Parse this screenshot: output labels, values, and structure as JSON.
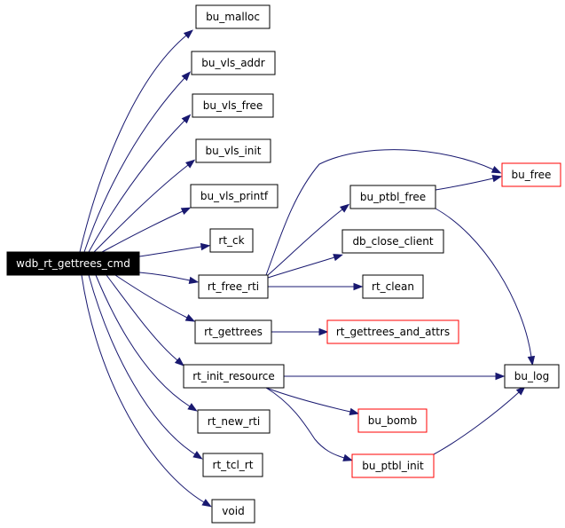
{
  "diagram": {
    "root": {
      "id": "wdb_rt_gettrees_cmd",
      "label": "wdb_rt_gettrees_cmd"
    },
    "nodes": [
      {
        "id": "bu_malloc",
        "label": "bu_malloc",
        "style": "normal"
      },
      {
        "id": "bu_vls_addr",
        "label": "bu_vls_addr",
        "style": "normal"
      },
      {
        "id": "bu_vls_free",
        "label": "bu_vls_free",
        "style": "normal"
      },
      {
        "id": "bu_vls_init",
        "label": "bu_vls_init",
        "style": "normal"
      },
      {
        "id": "bu_vls_printf",
        "label": "bu_vls_printf",
        "style": "normal"
      },
      {
        "id": "rt_ck",
        "label": "rt_ck",
        "style": "normal"
      },
      {
        "id": "rt_free_rti",
        "label": "rt_free_rti",
        "style": "normal"
      },
      {
        "id": "rt_gettrees",
        "label": "rt_gettrees",
        "style": "normal"
      },
      {
        "id": "rt_init_resource",
        "label": "rt_init_resource",
        "style": "normal"
      },
      {
        "id": "rt_new_rti",
        "label": "rt_new_rti",
        "style": "normal"
      },
      {
        "id": "rt_tcl_rt",
        "label": "rt_tcl_rt",
        "style": "normal"
      },
      {
        "id": "void",
        "label": "void",
        "style": "normal"
      },
      {
        "id": "bu_ptbl_free",
        "label": "bu_ptbl_free",
        "style": "normal"
      },
      {
        "id": "db_close_client",
        "label": "db_close_client",
        "style": "normal"
      },
      {
        "id": "rt_clean",
        "label": "rt_clean",
        "style": "normal"
      },
      {
        "id": "rt_gettrees_and_attrs",
        "label": "rt_gettrees_and_attrs",
        "style": "red"
      },
      {
        "id": "bu_free",
        "label": "bu_free",
        "style": "red"
      },
      {
        "id": "bu_log",
        "label": "bu_log",
        "style": "normal"
      },
      {
        "id": "bu_bomb",
        "label": "bu_bomb",
        "style": "red"
      },
      {
        "id": "bu_ptbl_init",
        "label": "bu_ptbl_init",
        "style": "red"
      }
    ],
    "edges": [
      [
        "wdb_rt_gettrees_cmd",
        "bu_malloc"
      ],
      [
        "wdb_rt_gettrees_cmd",
        "bu_vls_addr"
      ],
      [
        "wdb_rt_gettrees_cmd",
        "bu_vls_free"
      ],
      [
        "wdb_rt_gettrees_cmd",
        "bu_vls_init"
      ],
      [
        "wdb_rt_gettrees_cmd",
        "bu_vls_printf"
      ],
      [
        "wdb_rt_gettrees_cmd",
        "rt_ck"
      ],
      [
        "wdb_rt_gettrees_cmd",
        "rt_free_rti"
      ],
      [
        "wdb_rt_gettrees_cmd",
        "rt_gettrees"
      ],
      [
        "wdb_rt_gettrees_cmd",
        "rt_init_resource"
      ],
      [
        "wdb_rt_gettrees_cmd",
        "rt_new_rti"
      ],
      [
        "wdb_rt_gettrees_cmd",
        "rt_tcl_rt"
      ],
      [
        "wdb_rt_gettrees_cmd",
        "void"
      ],
      [
        "rt_free_rti",
        "bu_free"
      ],
      [
        "rt_free_rti",
        "bu_ptbl_free"
      ],
      [
        "rt_free_rti",
        "db_close_client"
      ],
      [
        "rt_free_rti",
        "rt_clean"
      ],
      [
        "bu_ptbl_free",
        "bu_free"
      ],
      [
        "bu_ptbl_free",
        "bu_log"
      ],
      [
        "rt_gettrees",
        "rt_gettrees_and_attrs"
      ],
      [
        "rt_init_resource",
        "bu_log"
      ],
      [
        "rt_init_resource",
        "bu_bomb"
      ],
      [
        "rt_init_resource",
        "bu_ptbl_init"
      ],
      [
        "bu_ptbl_init",
        "bu_log"
      ]
    ],
    "colors": {
      "edge": "#191970",
      "node_border": "#000000",
      "highlight_border": "#ff0000",
      "root_fill": "#000000",
      "root_text": "#ffffff"
    }
  }
}
